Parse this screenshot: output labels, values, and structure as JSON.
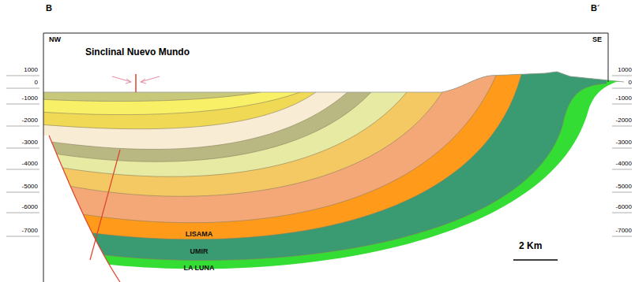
{
  "diagram": {
    "nodes": [
      {
        "text": [
          "LISAMA"
        ]
      },
      {
        "text": [
          "UMIR"
        ]
      },
      {
        "text": [
          "LA LUNA"
        ]
      }
    ],
    "labels": [
      "B",
      "B´",
      "NW",
      "SE",
      "Sinclinal Nuevo Mundo",
      "1000",
      "0",
      "-1000",
      "-2000",
      "-3000",
      "-4000",
      "-5000",
      "-6000",
      "-7000",
      "1000",
      "0",
      "-1000",
      "-2000",
      "-3000",
      "-4000",
      "-5000",
      "-6000",
      "-7000",
      "2 Km"
    ]
  }
}
